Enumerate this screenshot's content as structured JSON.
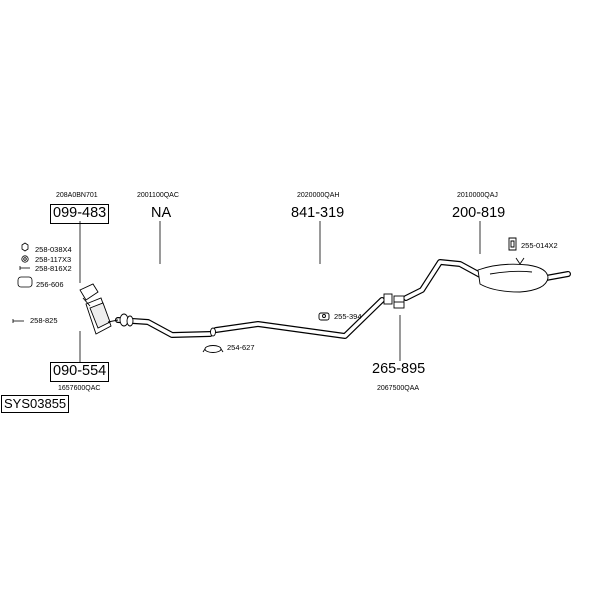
{
  "header_codes": {
    "front_catalyst": "208A0BN701",
    "front_pipe": "2001100QAC",
    "centre_pipe": "2020000QAH",
    "rear_silencer": "2010000QAJ"
  },
  "part_numbers": {
    "front_catalyst": "099-483",
    "front_pipe": "NA",
    "centre_pipe": "841-319",
    "rear_silencer": "200-819",
    "catalyst_lower": "090-554",
    "middle_box": "265-895"
  },
  "footer_codes": {
    "catalyst_lower": "1657600QAC",
    "middle_box": "2067500QAA"
  },
  "fittings": {
    "nut": "258-038X4",
    "washer": "258-117X3",
    "bolt": "258-816X2",
    "gasket": "256-606",
    "stud": "258-825",
    "clamp": "254-627",
    "rubber_mount_centre": "255-394",
    "rubber_mount_rear": "255-014X2"
  },
  "system_code": "SYS03855"
}
